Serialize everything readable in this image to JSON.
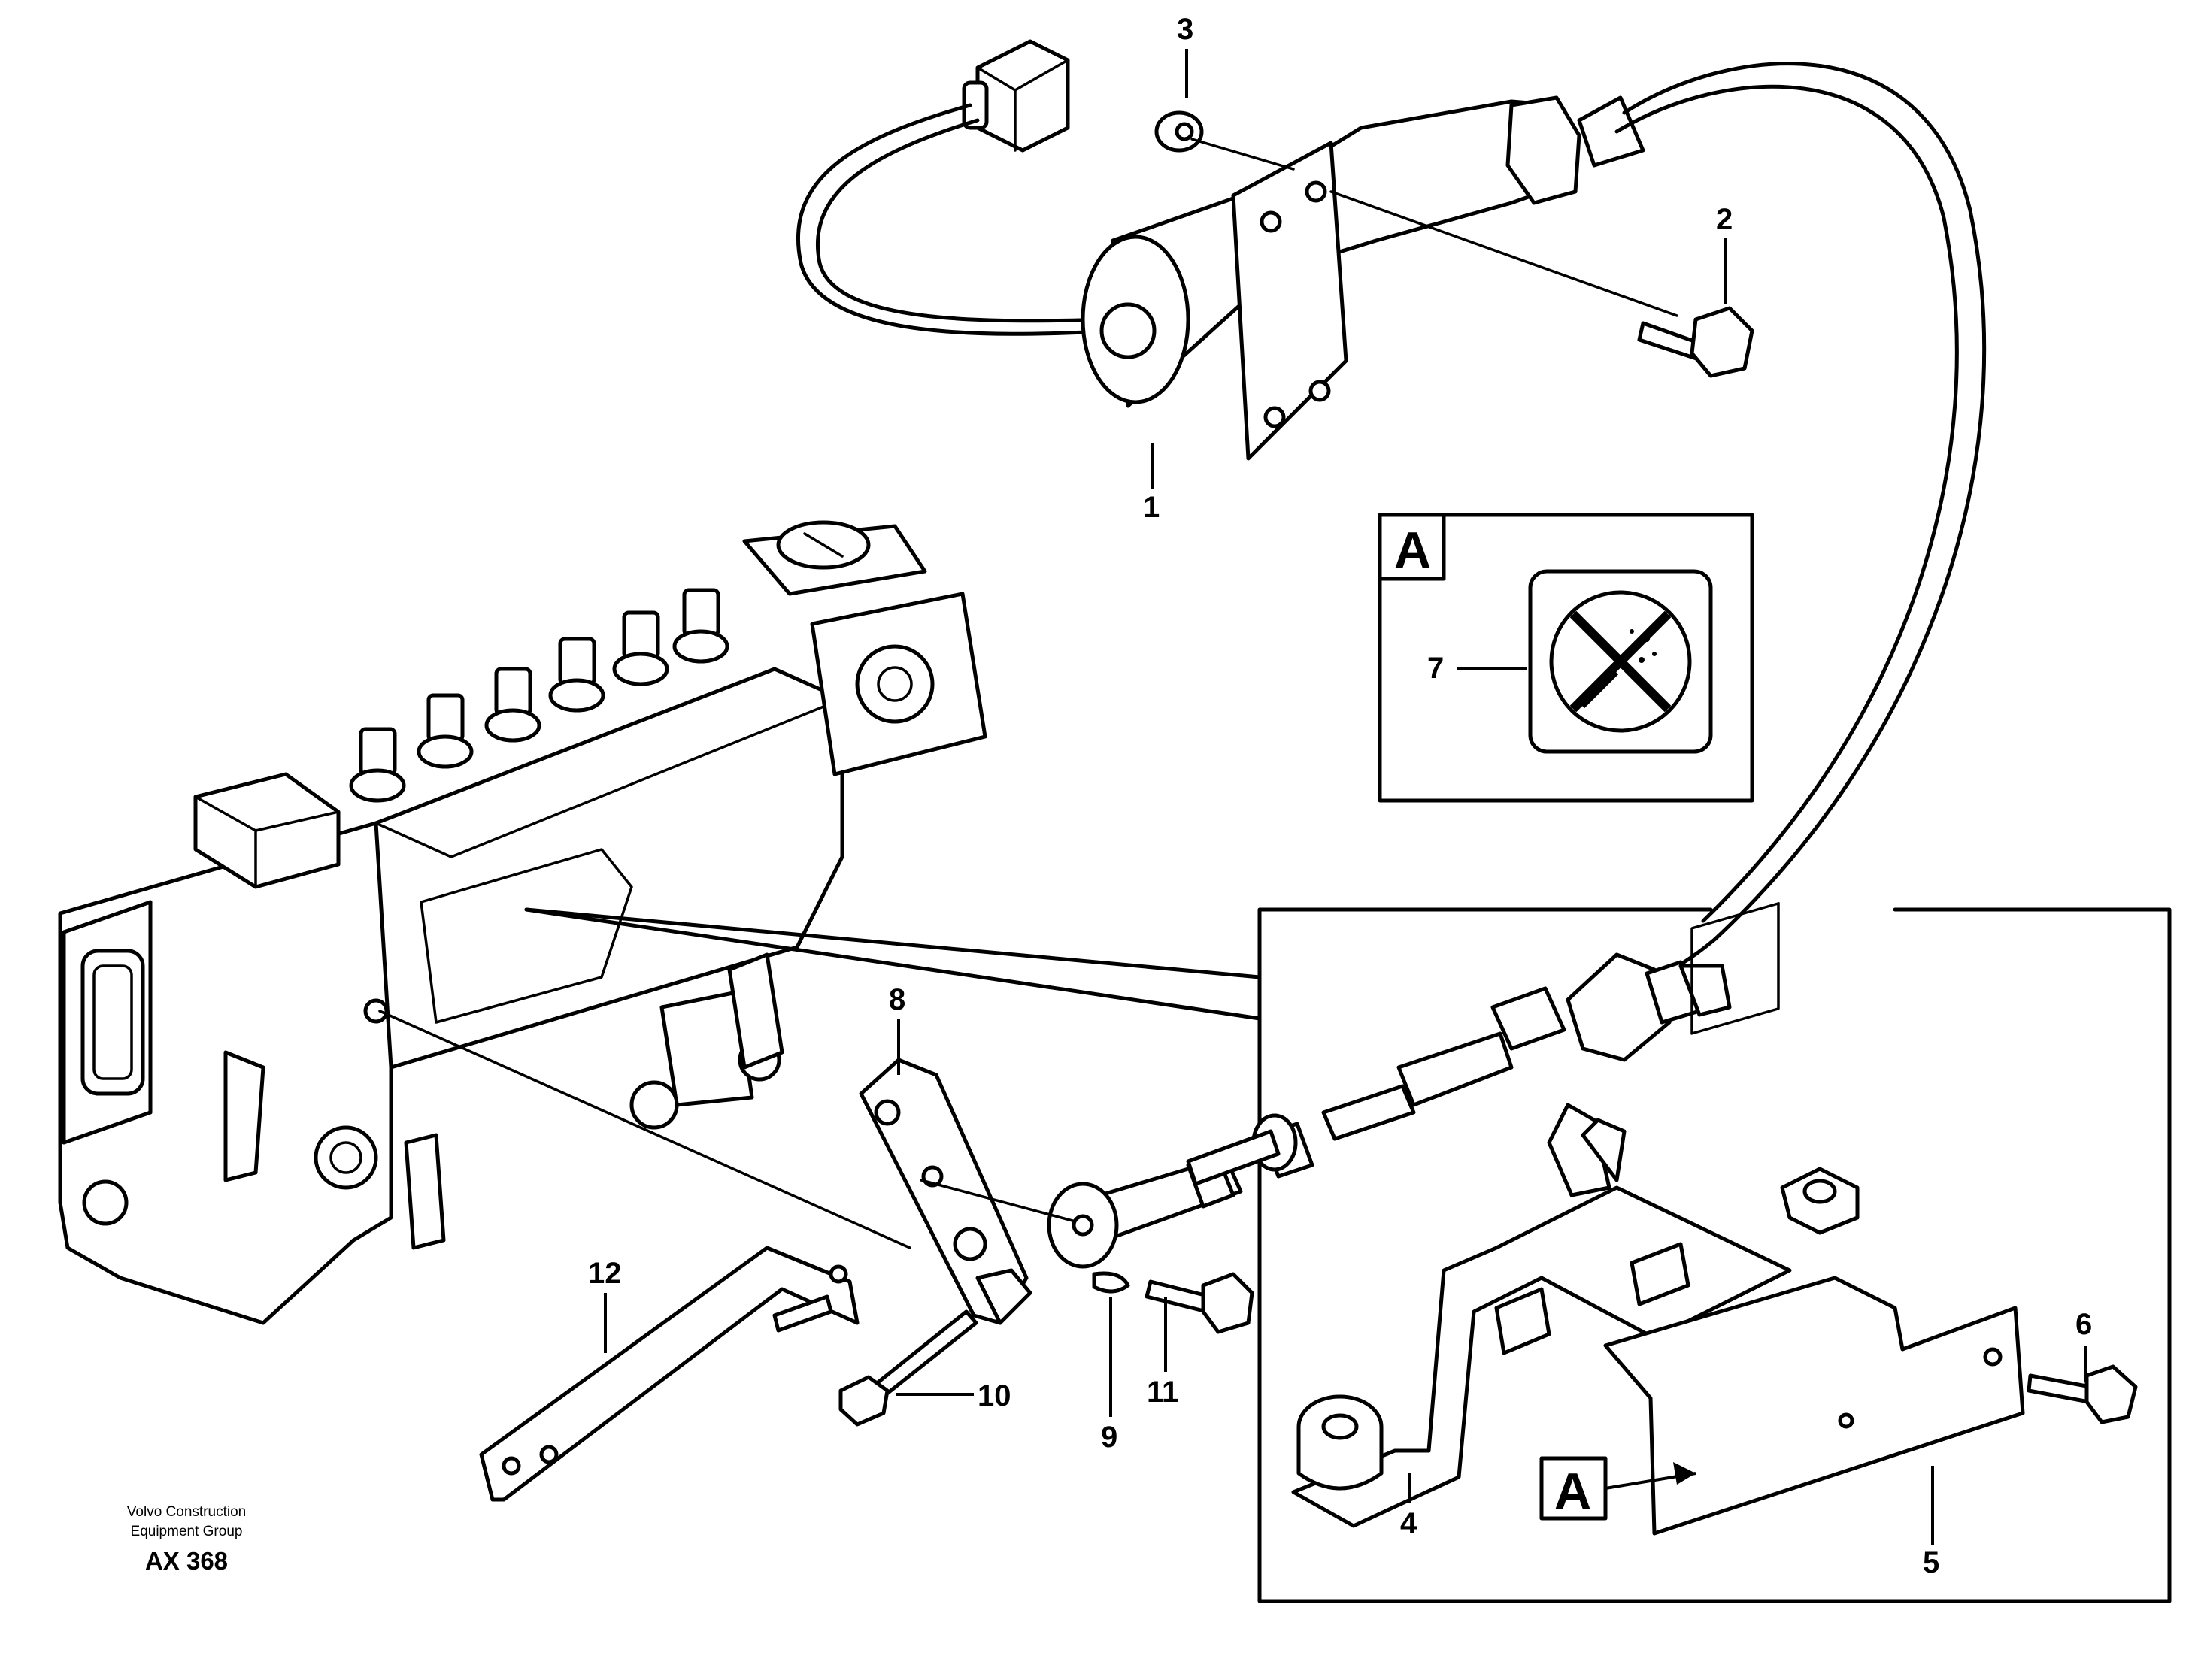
{
  "callouts": {
    "c1": "1",
    "c2": "2",
    "c3": "3",
    "c4": "4",
    "c5": "5",
    "c6": "6",
    "c7": "7",
    "c8": "8",
    "c9": "9",
    "c10": "10",
    "c11": "11",
    "c12": "12"
  },
  "detail_box": {
    "label": "A"
  },
  "decal_ref": {
    "label": "A"
  },
  "decal_icon": "no-pressure-washing-icon",
  "footer": {
    "company_line1": "Volvo Construction",
    "company_line2": "Equipment Group",
    "drawing_id": "AX 368"
  }
}
